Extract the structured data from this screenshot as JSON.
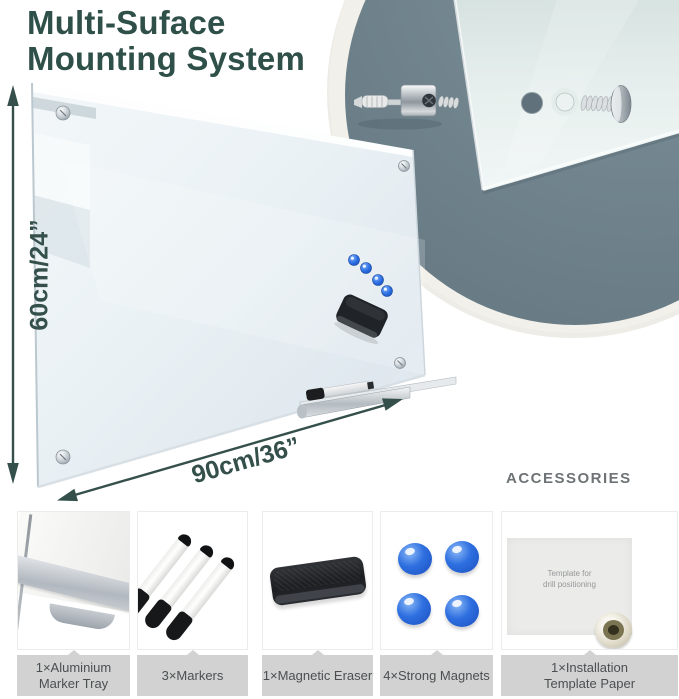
{
  "title": {
    "line1": "Multi-Suface",
    "line2": "Mounting System"
  },
  "dimensions": {
    "height": "60cm/24”",
    "width": "90cm/36”"
  },
  "accessories": {
    "heading": "ACCESSORIES",
    "items": [
      {
        "label": "1×Aluminium Marker Tray"
      },
      {
        "label": "3×Markers"
      },
      {
        "label": "1×Magnetic Eraser"
      },
      {
        "label": "4×Strong Magnets"
      },
      {
        "label": "1×Installation Template Paper"
      }
    ]
  },
  "template_paper": {
    "line1": "Template for",
    "line2": "drill positioning"
  },
  "colors": {
    "heading_teal": "#2f4f49",
    "dimension_arrow": "#35504b",
    "inset_background": "#71848e",
    "inset_ring": "#f2f0ea",
    "board_face": "#e9f0f4",
    "magnet_blue": "#2a6ce0",
    "label_background": "#d2d2d2",
    "label_text": "#4b4f51",
    "accessories_heading": "#6e7376"
  }
}
